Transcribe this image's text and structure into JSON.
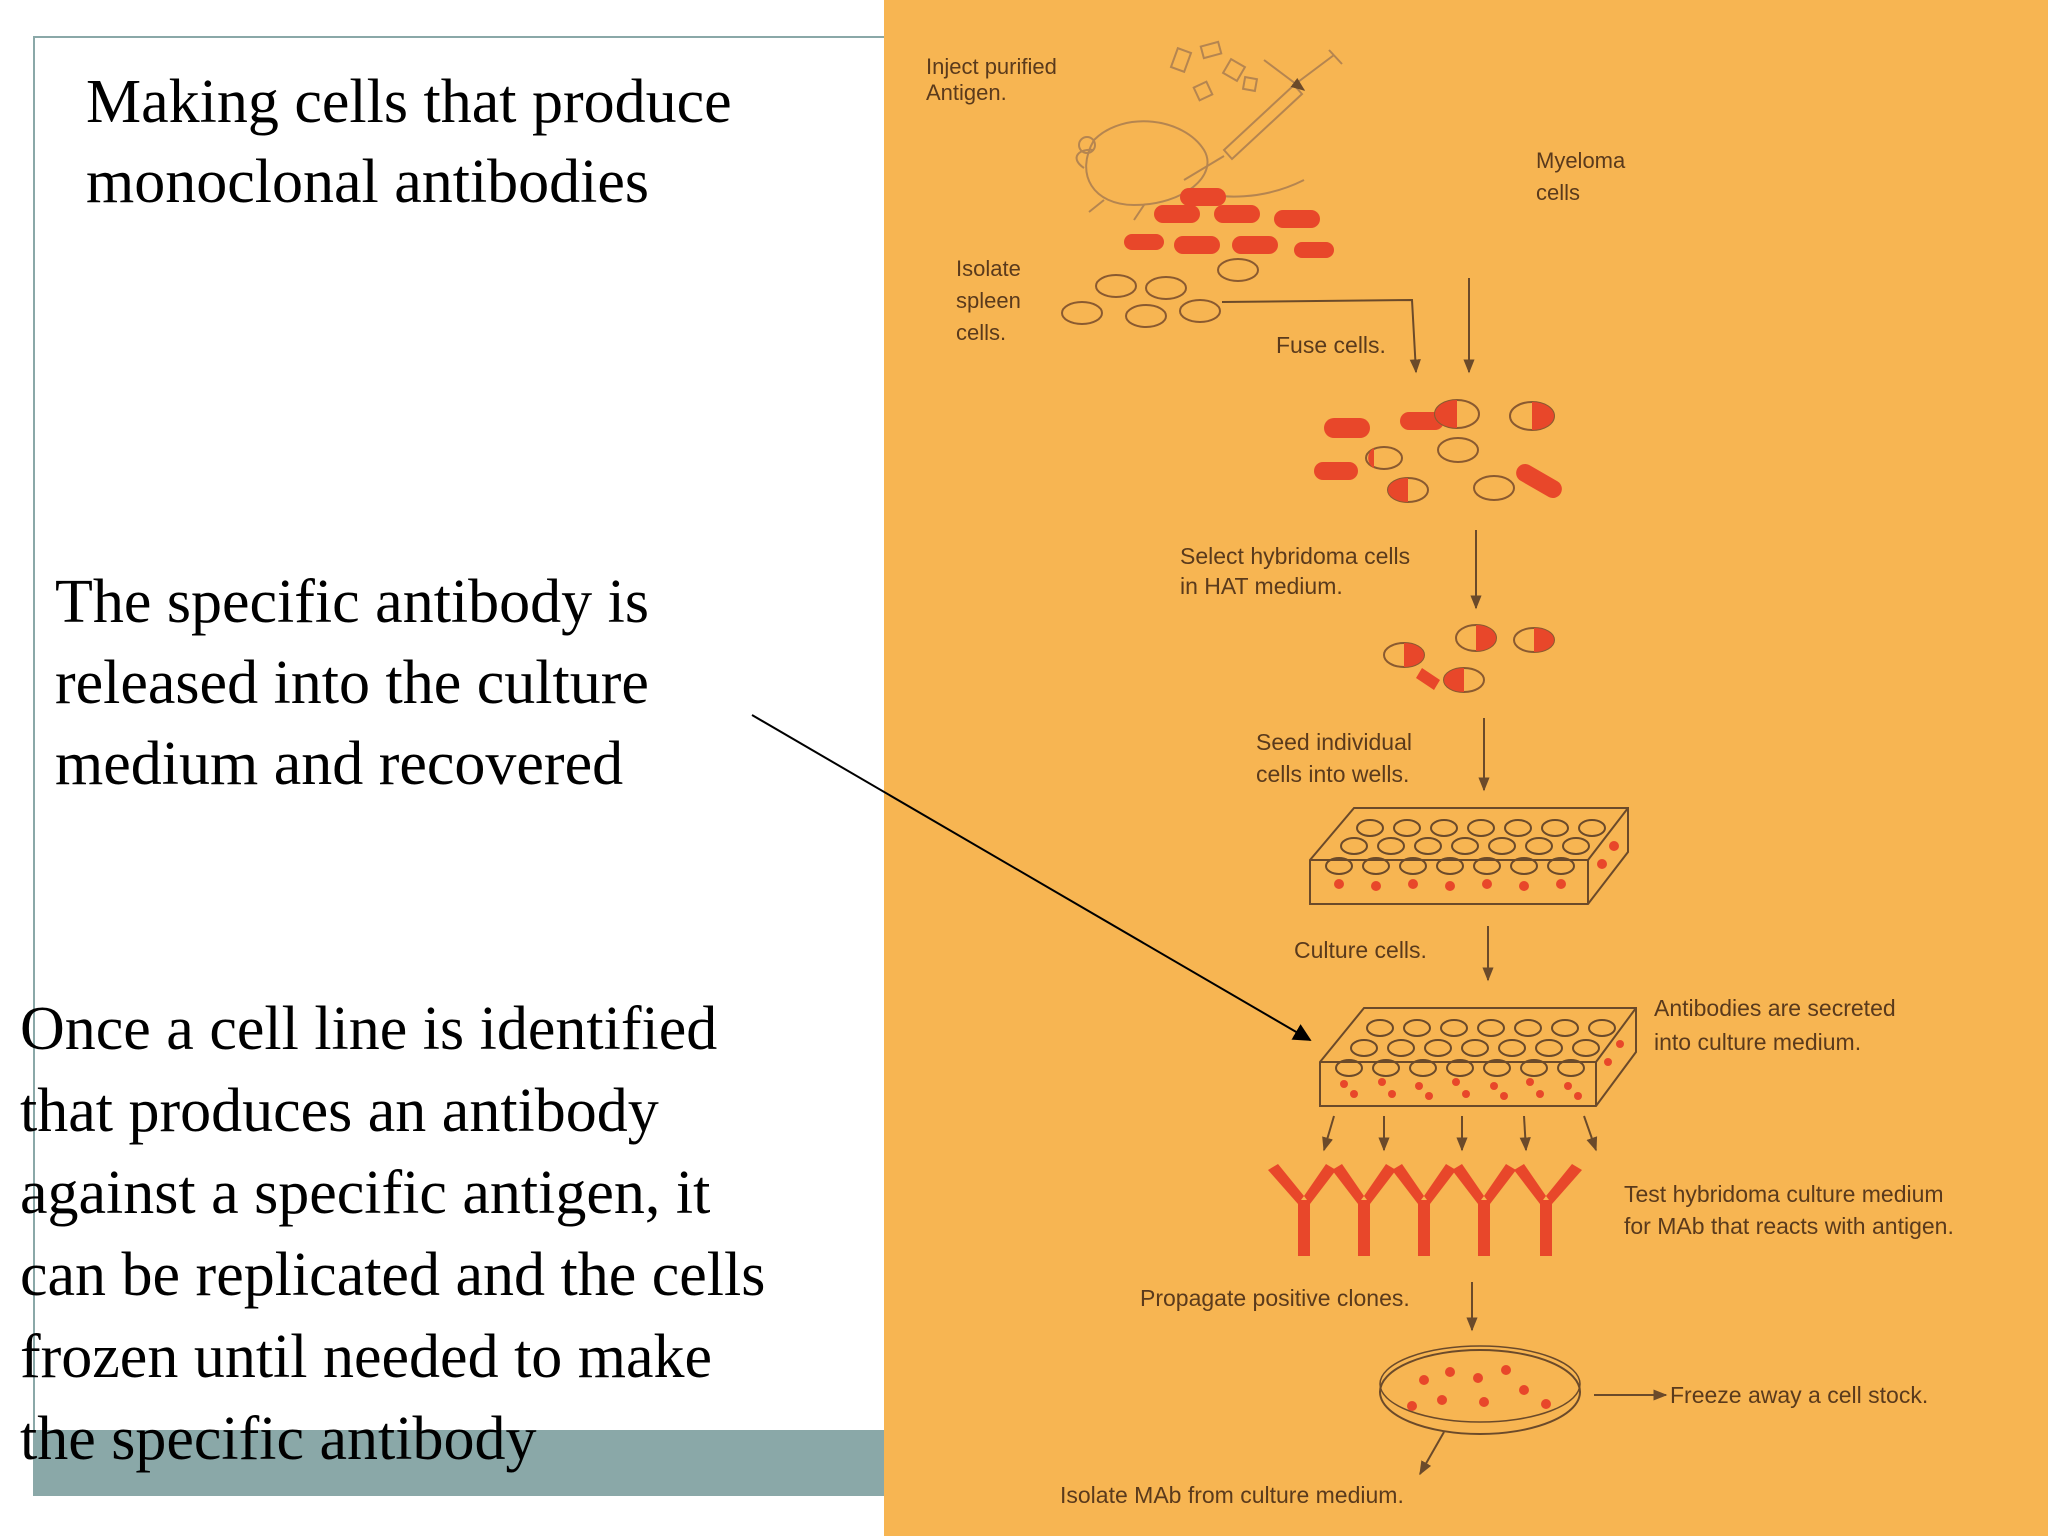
{
  "slide": {
    "title": "Making cells that produce\nmonoclonal antibodies",
    "released_text": "The specific antibody is\nreleased into the culture\nmedium and recovered",
    "cell_line_text": "Once a cell line is identified\nthat produces an antibody\nagainst a specific antigen, it\ncan be replicated and the cells\nfrozen until needed to make\nthe specific antibody"
  },
  "figure": {
    "labels": {
      "inject": "Inject purified\nAntigen.",
      "myeloma": "Myeloma\ncells",
      "isolate_spleen": "Isolate\nspleen\ncells.",
      "fuse": "Fuse cells.",
      "select": "Select hybridoma cells\nin HAT medium.",
      "seed": "Seed individual\ncells into wells.",
      "culture": "Culture cells.",
      "secreted": "Antibodies are secreted\ninto culture medium.",
      "test": "Test hybridoma culture medium\nfor MAb that reacts with antigen.",
      "propagate": "Propagate positive clones.",
      "freeze": "Freeze away a cell stock.",
      "isolate_mab": "Isolate MAb from culture medium."
    }
  },
  "colors": {
    "photo_background": "#f7b552",
    "cell_red": "#e8472a",
    "line_brown": "#6b4a2a",
    "frame": "#8aa8a8"
  }
}
